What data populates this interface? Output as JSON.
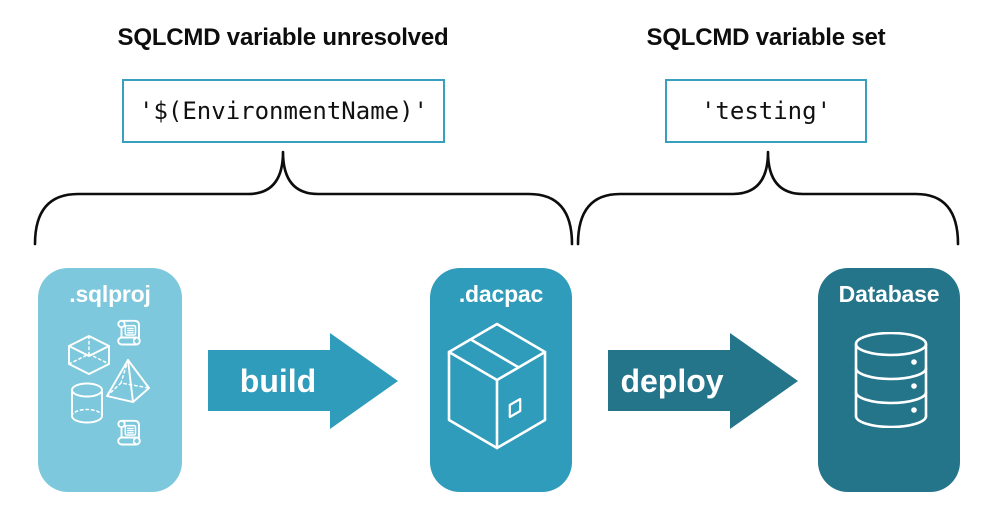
{
  "annotations": {
    "unresolved": {
      "heading": "SQLCMD variable unresolved",
      "code": "'$(EnvironmentName)'"
    },
    "set": {
      "heading": "SQLCMD variable set",
      "code": "'testing'"
    }
  },
  "pipeline": {
    "stages": [
      {
        "label": ".sqlproj",
        "icon": "sql-objects-icon",
        "color": "#7dc8dc"
      },
      {
        "label": ".dacpac",
        "icon": "package-box-icon",
        "color": "#2e9cba"
      },
      {
        "label": "Database",
        "icon": "database-cylinder-icon",
        "color": "#24748a"
      }
    ],
    "arrows": [
      {
        "label": "build",
        "color": "#2e9cba"
      },
      {
        "label": "deploy",
        "color": "#24748a"
      }
    ]
  },
  "colors": {
    "background": "#ffffff",
    "heading_text": "#0d0d0d",
    "code_text": "#111111",
    "code_box_border": "#38a0be",
    "brace": "#0d0d0d",
    "icon_stroke": "#ffffff"
  }
}
